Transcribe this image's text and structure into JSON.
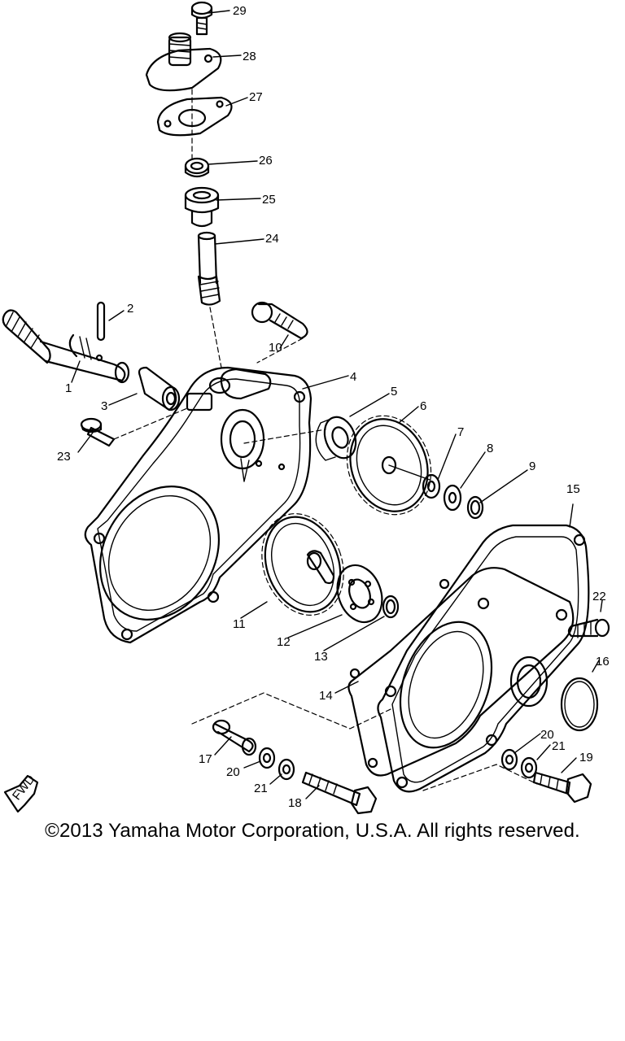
{
  "diagram": {
    "part_numbers": [
      "1",
      "2",
      "3",
      "4",
      "5",
      "6",
      "7",
      "8",
      "9",
      "10",
      "11",
      "12",
      "13",
      "14",
      "15",
      "16",
      "17",
      "18",
      "19",
      "20",
      "21",
      "22",
      "23",
      "24",
      "25",
      "26",
      "27",
      "28",
      "29",
      "20",
      "21"
    ],
    "direction_marker": "FWD",
    "colors": {
      "ink": "#000000",
      "background": "#ffffff"
    }
  },
  "footer": {
    "copyright": "©2013 Yamaha Motor Corporation, U.S.A. All rights reserved."
  }
}
